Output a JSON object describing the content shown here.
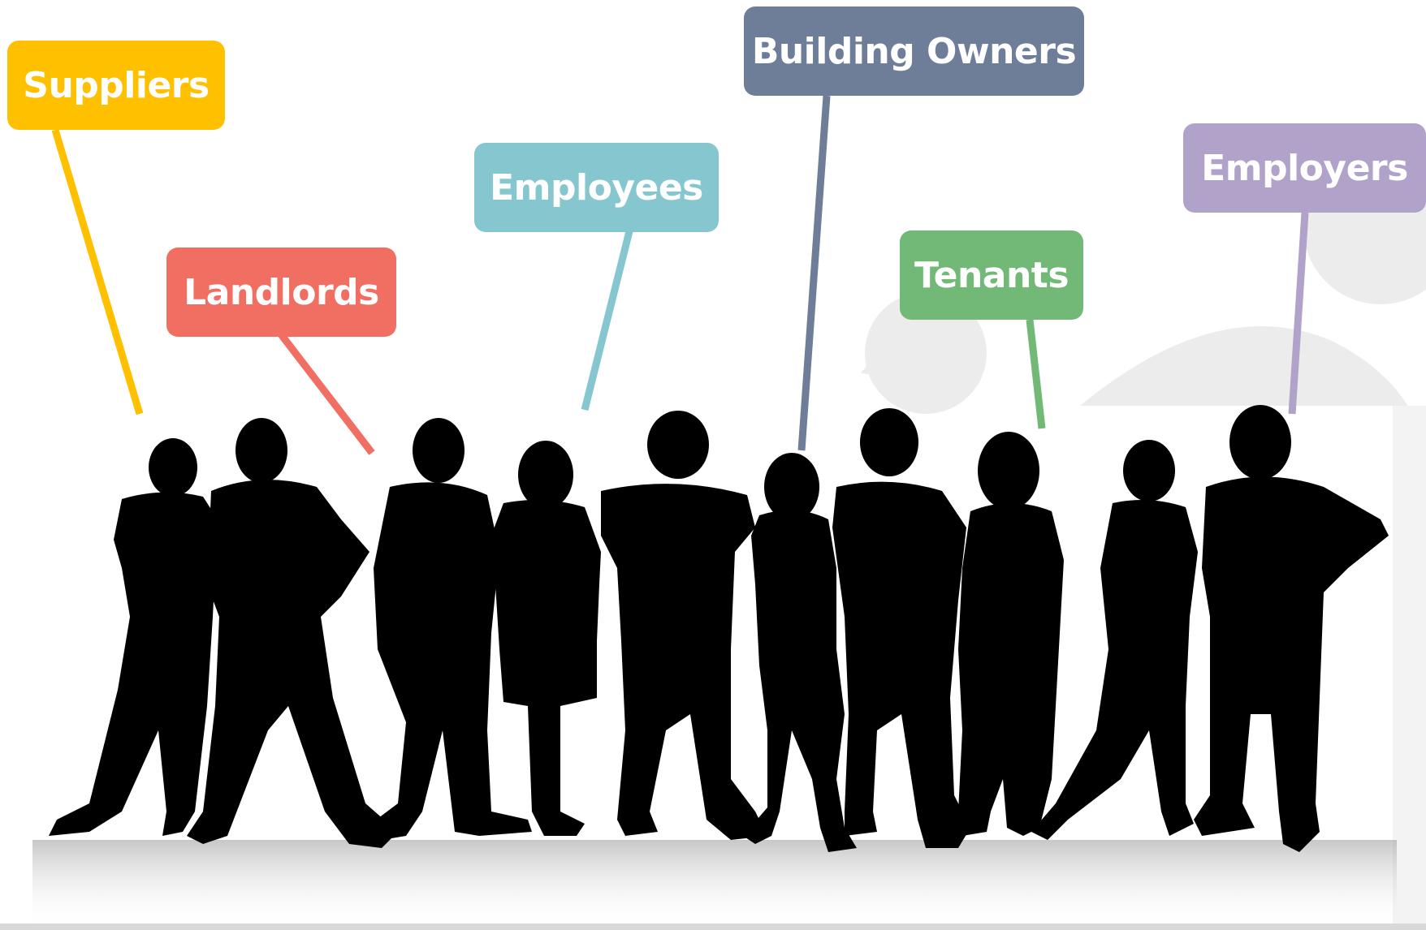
{
  "labels": {
    "suppliers": "Suppliers",
    "landlords": "Landlords",
    "employees": "Employees",
    "building_owners": "Building Owners",
    "tenants": "Tenants",
    "employers": "Employers"
  },
  "colors": {
    "suppliers": "#FFC000",
    "landlords": "#F16E62",
    "employees": "#86C6CE",
    "building_owners": "#6E7E99",
    "tenants": "#72B877",
    "employers": "#B1A2C9",
    "silhouette": "#000000",
    "background_shape": "#EAEAEA"
  }
}
